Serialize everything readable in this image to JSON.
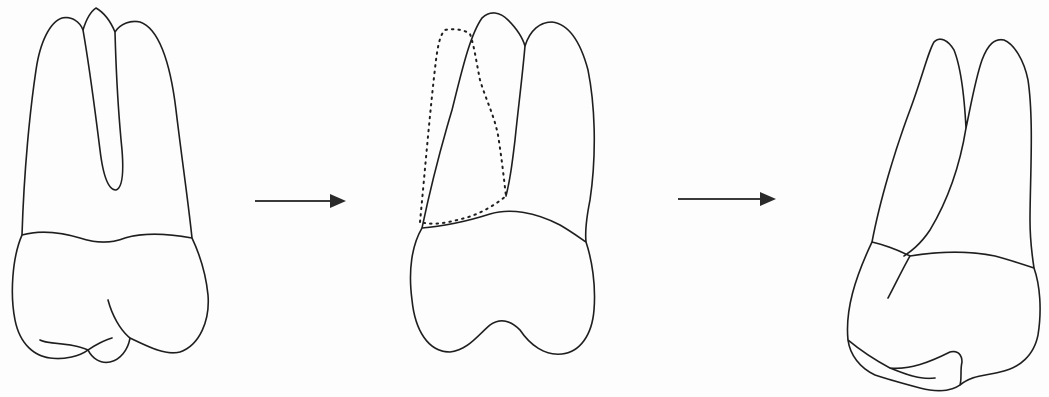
{
  "figure": {
    "stroke_color": "#1e1e1e",
    "background_color": "#fdfdfd",
    "panels": [
      {
        "view": "tooth-buccal-view",
        "icon": "tooth-outline-icon"
      },
      {
        "view": "tooth-rotated-view-with-dotted-root",
        "icon": "tooth-outline-icon"
      },
      {
        "view": "tooth-oblique-view",
        "icon": "tooth-outline-icon"
      }
    ],
    "arrows": [
      {
        "icon": "arrow-right-icon"
      },
      {
        "icon": "arrow-right-icon"
      }
    ]
  }
}
